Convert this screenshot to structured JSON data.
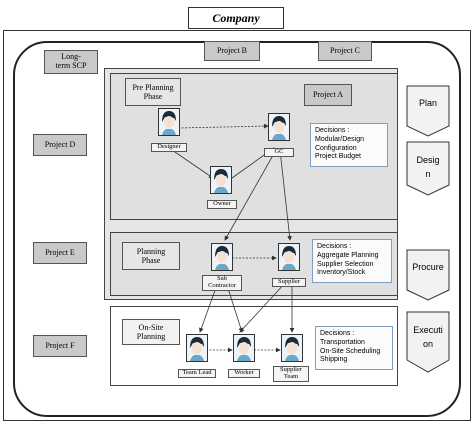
{
  "company": "Company",
  "side_boxes": {
    "long_term": "Long-\nterm SCP",
    "project_b": "Project B",
    "project_c": "Project C",
    "project_a": "Project A",
    "project_d": "Project D",
    "project_e": "Project E",
    "project_f": "Project F"
  },
  "phases": {
    "pre_planning": "Pre Planning\nPhase",
    "planning": "Planning\nPhase",
    "on_site": "On-Site\nPlanning"
  },
  "actors": {
    "designer": "Designer",
    "gc": "GC",
    "owner": "Owner",
    "sub_contractor": "Sub\nContractor",
    "supplier": "Supplier",
    "team_lead": "Team Lead",
    "worker": "Worker",
    "supplier_team": "Supplier\nTeam"
  },
  "decisions": {
    "pre_planning": [
      "Decisions :",
      "Modular/Design",
      "Configuration",
      "Project Budget"
    ],
    "planning": [
      "Decisions :",
      "Aggregate Planning",
      "Supplier Selection",
      "Inventory/Stock"
    ],
    "on_site": [
      "Decisions :",
      "Transportation",
      "On-Site Scheduling",
      "Shipping"
    ]
  },
  "stages": {
    "plan": "Plan",
    "design": "Desig\nn",
    "procure": "Procure",
    "execution": "Executi\non"
  }
}
